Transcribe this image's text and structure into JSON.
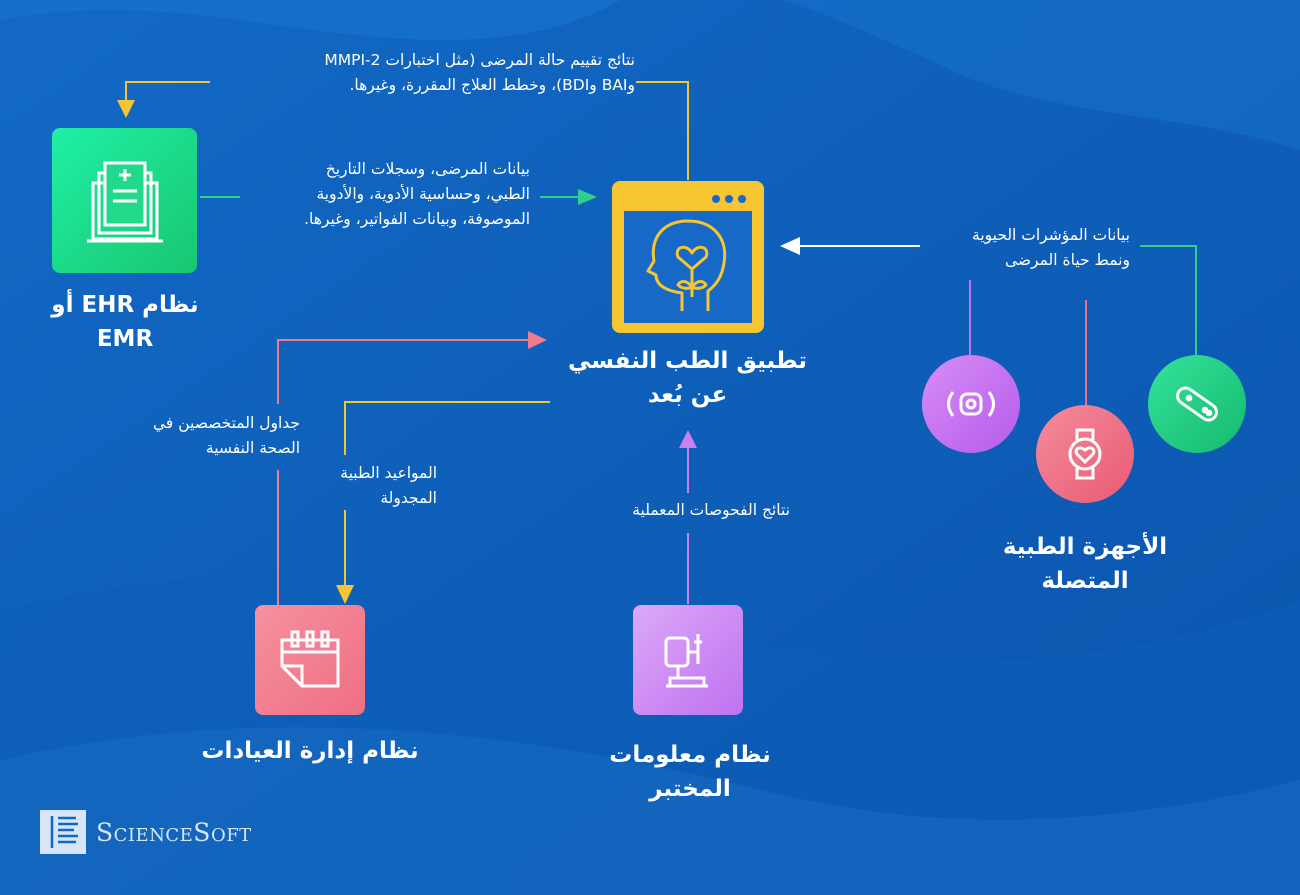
{
  "nodes": {
    "ehr": {
      "title": "نظام EHR أو\nEMR",
      "color": "#22d38a"
    },
    "app": {
      "title": "تطبيق الطب النفسي\nعن بُعد",
      "color": "#f7c531"
    },
    "clinic": {
      "title": "نظام إدارة العيادات",
      "color": "#f07a8e"
    },
    "lab": {
      "title": "نظام معلومات\nالمختبر",
      "color": "#c77ff2"
    },
    "devices": {
      "title": "الأجهزة الطبية\nالمتصلة"
    }
  },
  "devices": [
    {
      "icon": "sensor-icon",
      "color": "#c36ff0"
    },
    {
      "icon": "smartwatch-icon",
      "color": "#ee6f83"
    },
    {
      "icon": "fitness-band-icon",
      "color": "#21c97f"
    }
  ],
  "flows": {
    "assessment": "نتائج تقييم حالة المرضى (مثل اختبارات MMPI-2\nوBAI وBDI)، وخطط العلاج المقررة، وغيرها.",
    "patient_data": "بيانات المرضى، وسجلات التاريخ\nالطبي، وحساسية الأدوية، والأدوية\nالموصوفة، وبيانات الفواتير، وغيرها.",
    "vitals": "بيانات المؤشرات الحيوية\nونمط حياة المرضى",
    "schedules": "جداول المتخصصين في\nالصحة النفسية",
    "appointments": "المواعيد الطبية\nالمجدولة",
    "lab_results": "نتائج الفحوصات المعملية"
  },
  "brand": {
    "name": "ScienceSoft"
  }
}
